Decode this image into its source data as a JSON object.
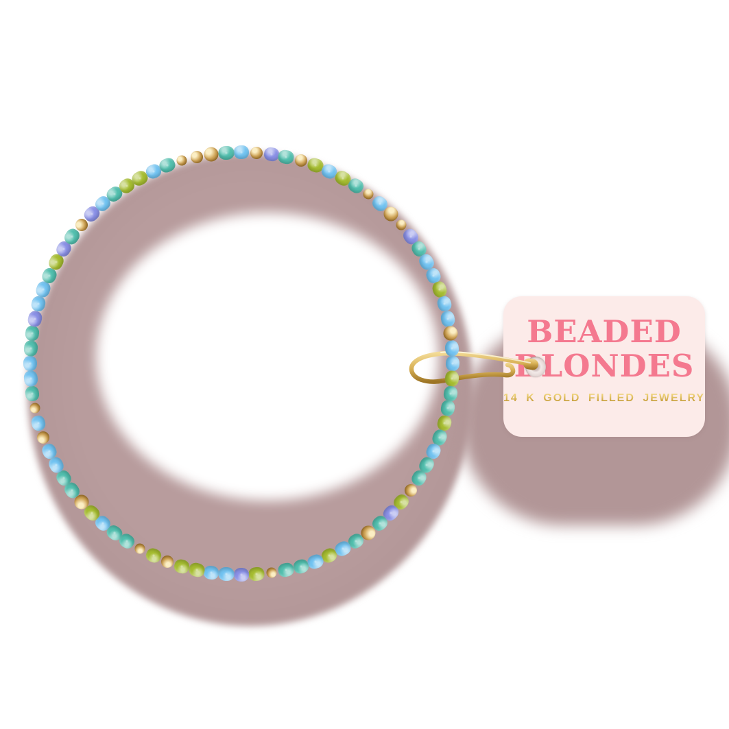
{
  "tag": {
    "line1": "BEADED",
    "line2": "BLONDES",
    "subtitle": "14 K GOLD FILLED JEWELRY"
  },
  "colors": {
    "tag_bg": "#fcebe9",
    "tag_text": "#f4798f",
    "gold_text_light": "#eed27c",
    "gold_text_dark": "#bf952f",
    "shadow": "#b29697",
    "shadow_light": "#b89c9d",
    "pin_gold_light": "#f4dd9a",
    "pin_gold_mid": "#d9b257",
    "pin_gold_dark": "#9d7424"
  },
  "bracelet": {
    "bead_palette": {
      "lightblue": "#72c3f1",
      "turquoise": "#52bfae",
      "periwinkle": "#8a90e6",
      "olive": "#a6bd31",
      "gold": "#d2a85c"
    },
    "beads": [
      "lightblue",
      "gold",
      "periwinkle",
      "turquoise",
      "gold",
      "olive",
      "lightblue",
      "olive",
      "turquoise",
      "gold",
      "lightblue",
      "gold",
      "gold",
      "periwinkle",
      "turquoise",
      "lightblue",
      "lightblue",
      "olive",
      "lightblue",
      "lightblue",
      "gold",
      "lightblue",
      "lightblue",
      "olive",
      "turquoise",
      "turquoise",
      "olive",
      "turquoise",
      "lightblue",
      "turquoise",
      "turquoise",
      "gold",
      "olive",
      "periwinkle",
      "turquoise",
      "gold",
      "turquoise",
      "lightblue",
      "olive",
      "lightblue",
      "turquoise",
      "turquoise",
      "gold",
      "olive",
      "periwinkle",
      "lightblue",
      "lightblue",
      "olive",
      "olive",
      "gold",
      "olive",
      "gold",
      "turquoise",
      "turquoise",
      "lightblue",
      "olive",
      "gold",
      "turquoise",
      "turquoise",
      "lightblue",
      "lightblue",
      "gold",
      "lightblue",
      "gold",
      "turquoise",
      "lightblue",
      "lightblue",
      "turquoise",
      "turquoise",
      "periwinkle",
      "lightblue",
      "lightblue",
      "turquoise",
      "olive",
      "periwinkle",
      "turquoise",
      "gold",
      "periwinkle",
      "lightblue",
      "turquoise",
      "olive",
      "olive",
      "lightblue",
      "turquoise",
      "gold",
      "gold",
      "gold",
      "turquoise"
    ]
  }
}
